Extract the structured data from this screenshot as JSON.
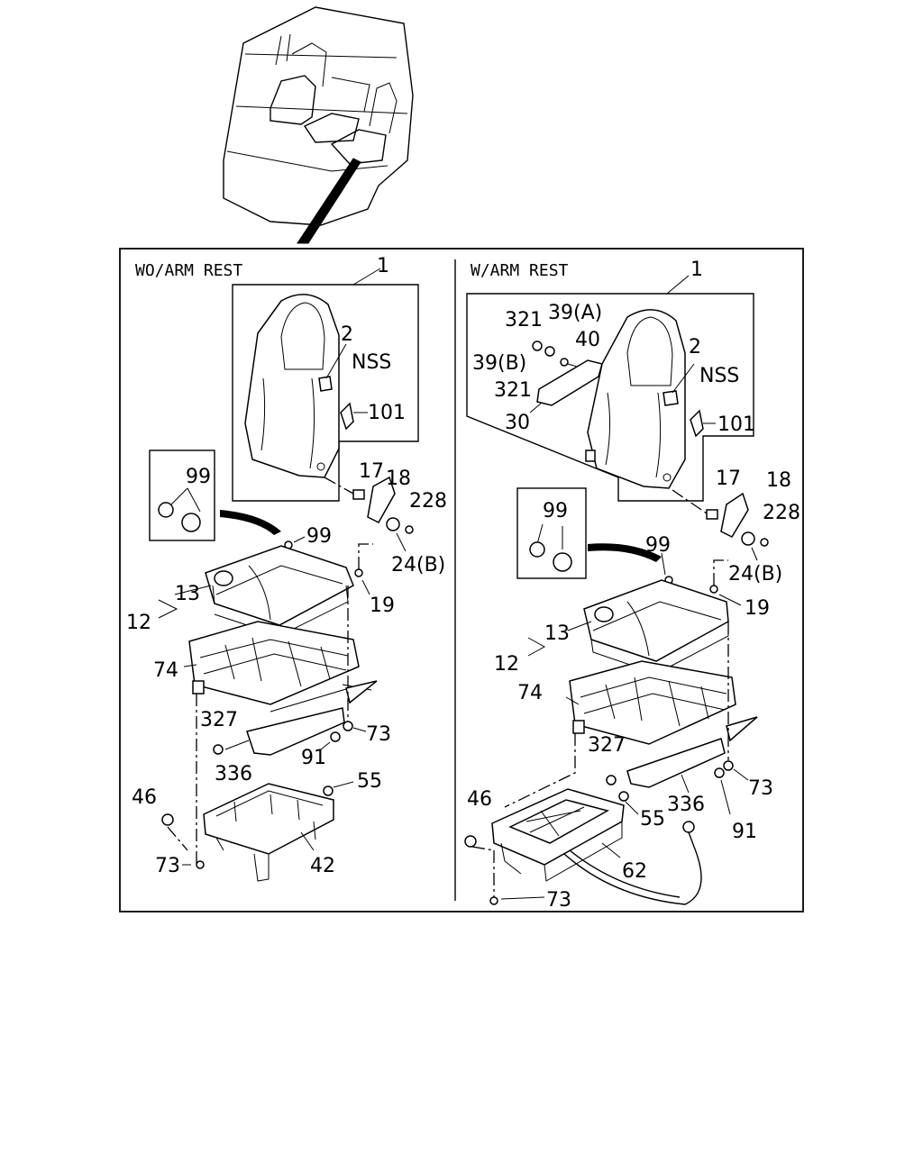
{
  "panels": {
    "left": {
      "title": "WO/ARM REST",
      "labels": {
        "p1": "1",
        "p2": "2",
        "nss": "NSS",
        "p101": "101",
        "p99box": "99",
        "p99": "99",
        "p17": "17",
        "p18": "18",
        "p228": "228",
        "p24b": "24(B)",
        "p19": "19",
        "p13": "13",
        "p12": "12",
        "p74": "74",
        "p327": "327",
        "p73a": "73",
        "p91": "91",
        "p336": "336",
        "p55": "55",
        "p46": "46",
        "p73b": "73",
        "p42": "42"
      }
    },
    "right": {
      "title": "W/ARM REST",
      "labels": {
        "p1": "1",
        "p321a": "321",
        "p39a": "39(A)",
        "p40": "40",
        "p39b": "39(B)",
        "p2": "2",
        "nss": "NSS",
        "p321b": "321",
        "p30": "30",
        "p101": "101",
        "p99box": "99",
        "p99": "99",
        "p17": "17",
        "p18": "18",
        "p228": "228",
        "p24b": "24(B)",
        "p19": "19",
        "p13": "13",
        "p12": "12",
        "p74": "74",
        "p327": "327",
        "p73a": "73",
        "p336": "336",
        "p91": "91",
        "p46": "46",
        "p55": "55",
        "p62": "62",
        "p73b": "73"
      }
    }
  }
}
